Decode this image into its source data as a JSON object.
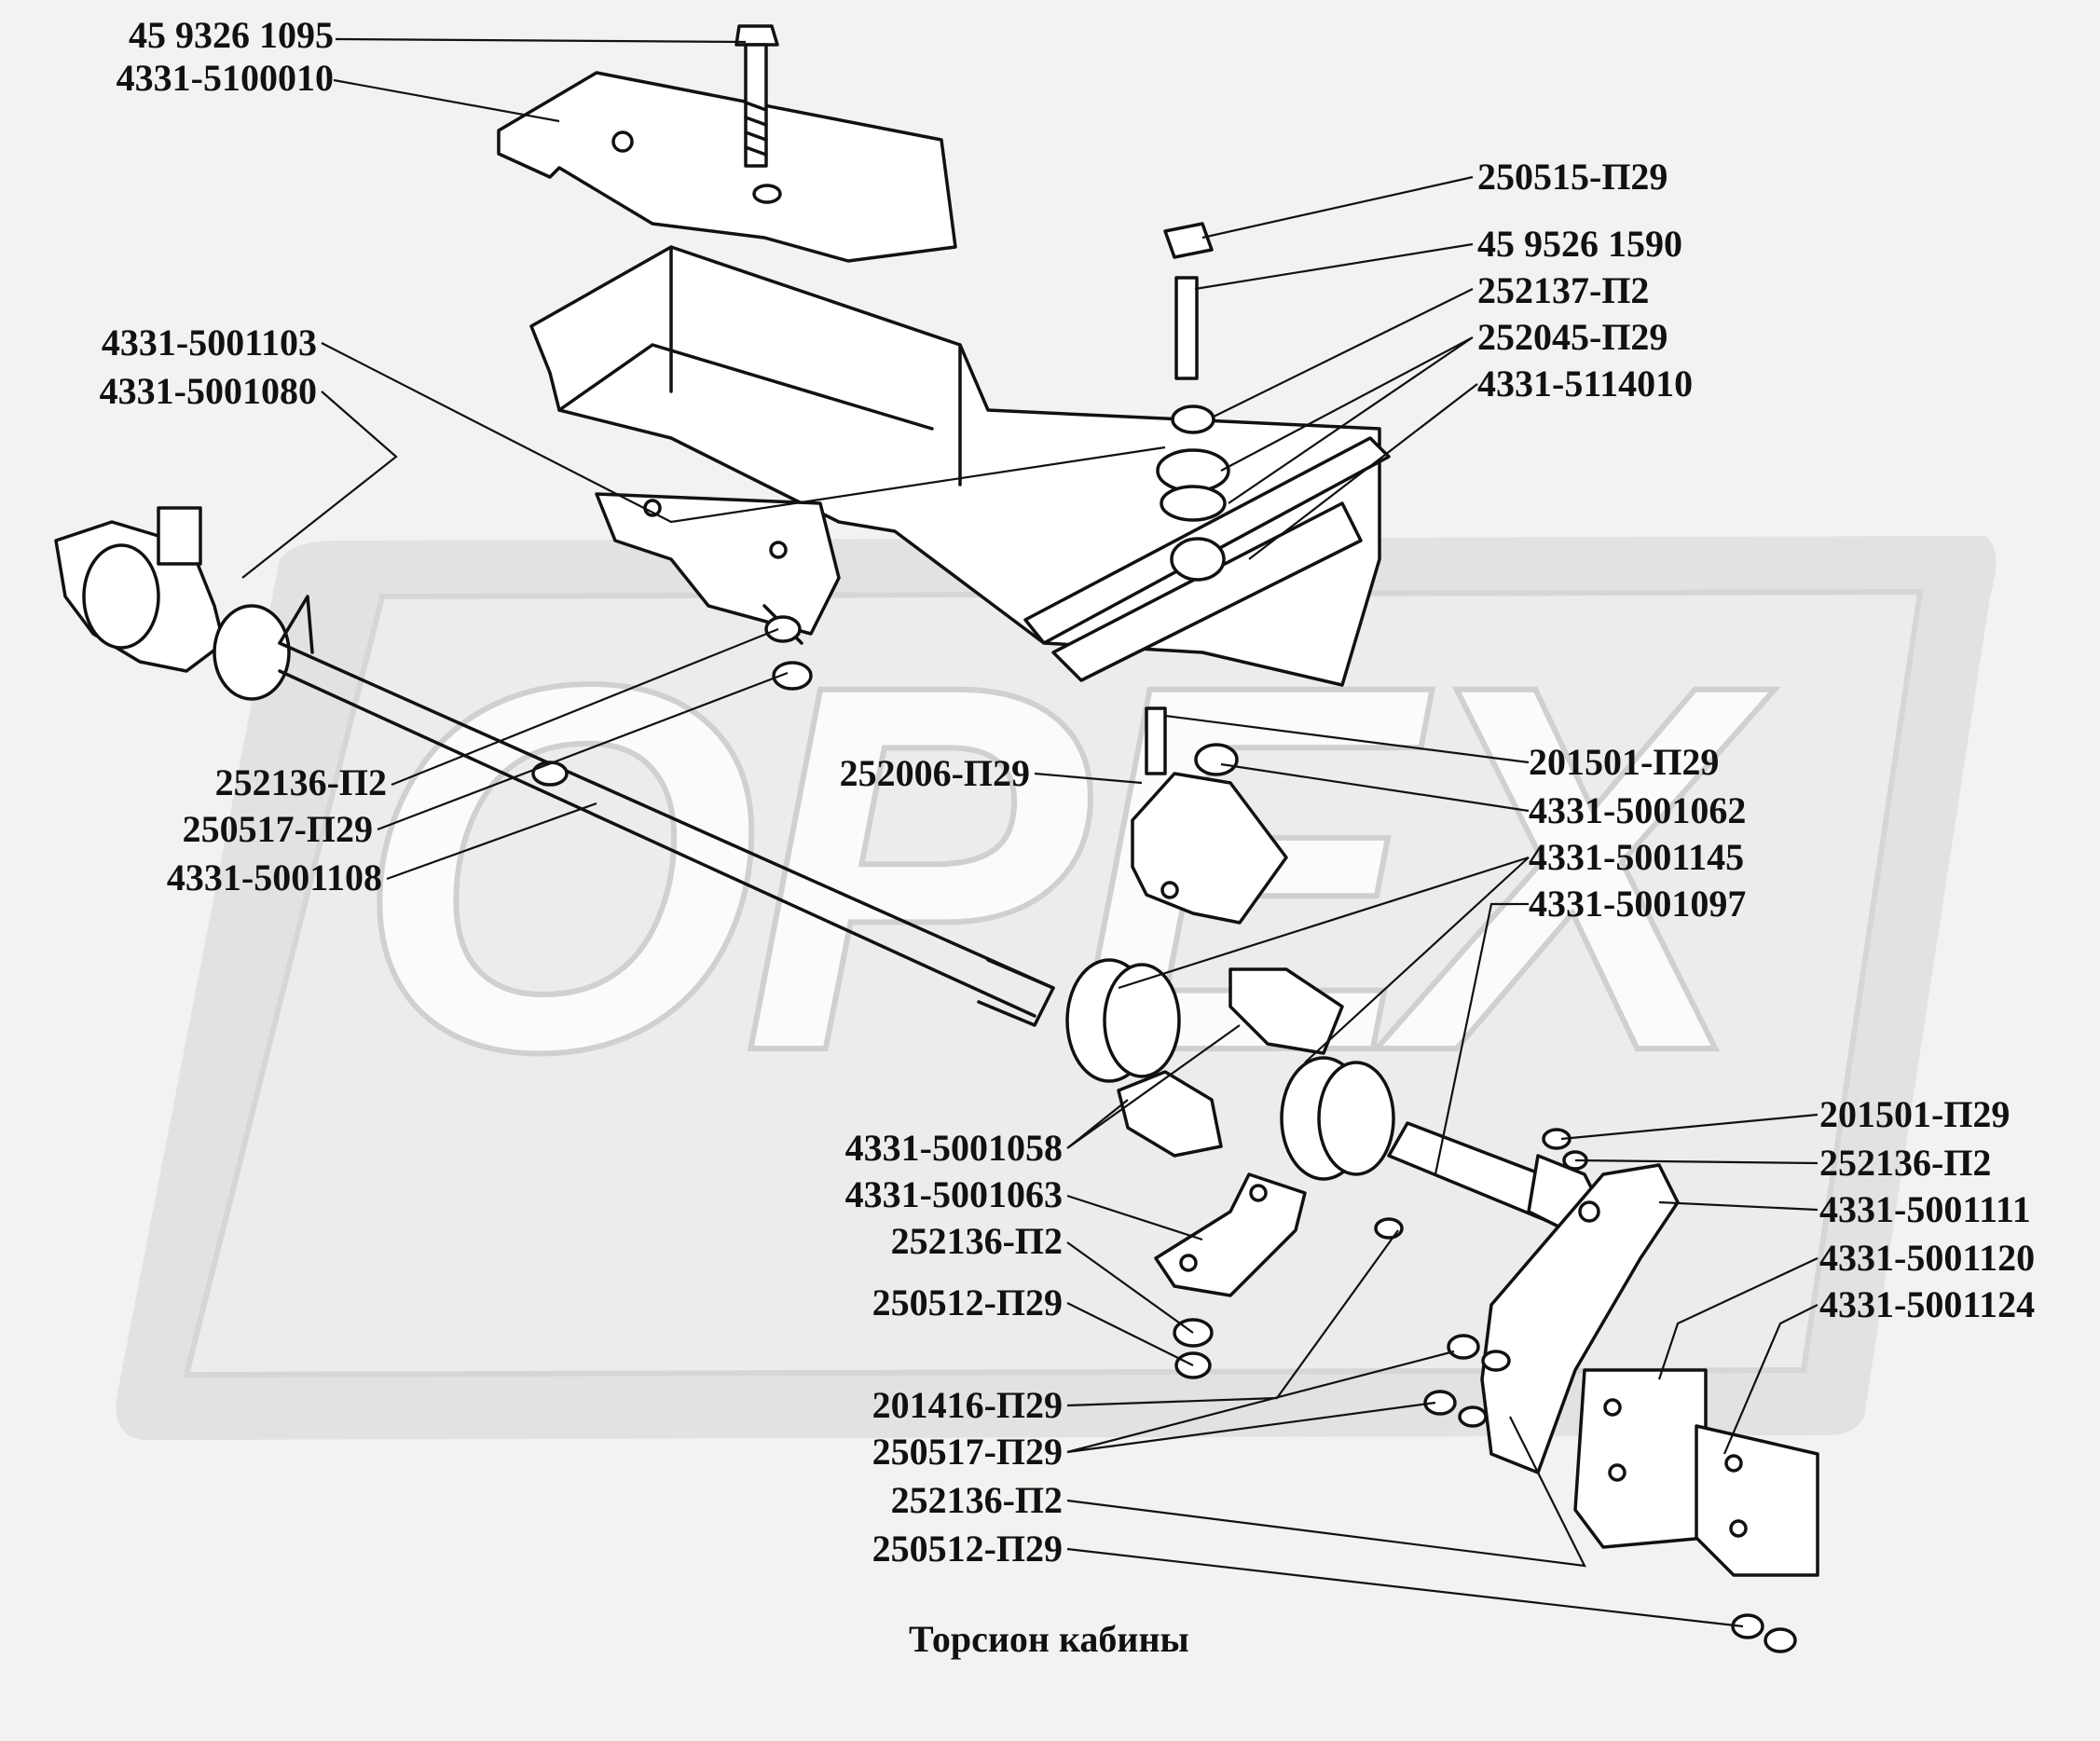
{
  "watermark": "OPEX",
  "caption": "Торсион кабины",
  "labels": {
    "l01": "45 9326 1095",
    "l02": "4331-5100010",
    "l03": "4331-5001103",
    "l04": "4331-5001080",
    "l05": "252136-П2",
    "l06": "250517-П29",
    "l07": "4331-5001108",
    "l08": "250515-П29",
    "l09": "45 9526 1590",
    "l10": "252137-П2",
    "l11": "252045-П29",
    "l12": "4331-5114010",
    "l13": "252006-П29",
    "l14": "201501-П29",
    "l15": "4331-5001062",
    "l16": "4331-5001145",
    "l17": "4331-5001097",
    "l18": "4331-5001058",
    "l19": "4331-5001063",
    "l20": "252136-П2",
    "l21": "250512-П29",
    "l22": "201416-П29",
    "l23": "250517-П29",
    "l24": "252136-П2",
    "l25": "250512-П29",
    "l26": "201501-П29",
    "l27": "252136-П2",
    "l28": "4331-5001111",
    "l29": "4331-5001120",
    "l30": "4331-5001124"
  }
}
